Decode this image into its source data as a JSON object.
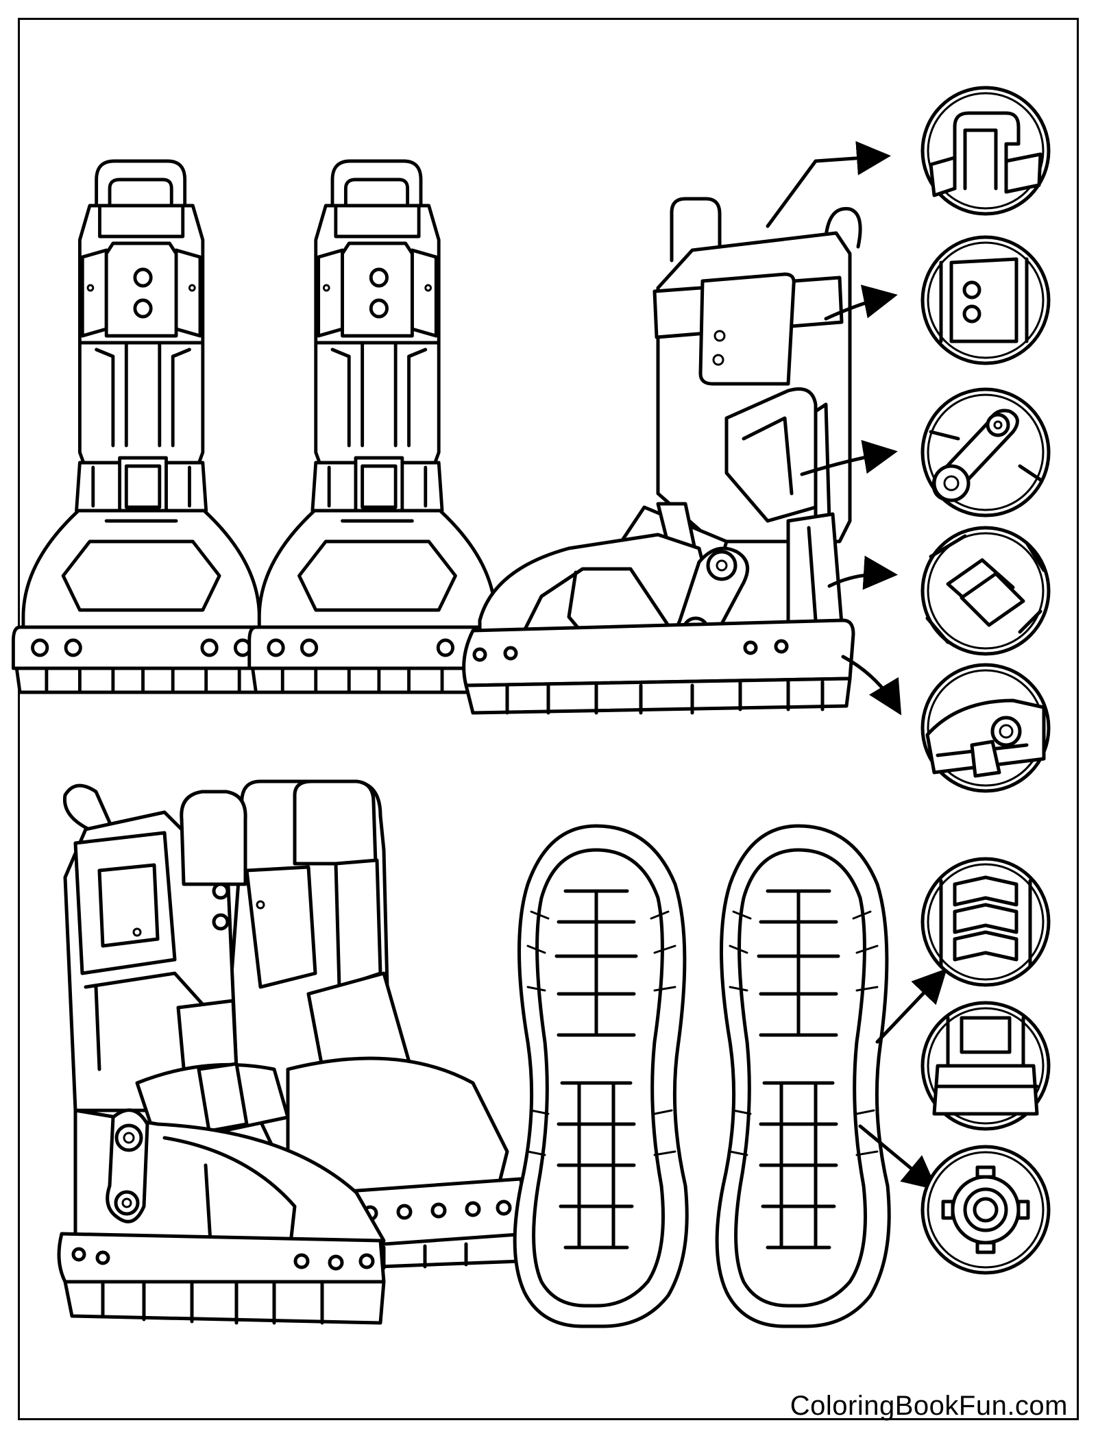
{
  "watermark": {
    "text": "ColoringBookFun.com"
  },
  "illustration": {
    "subject": "boots",
    "style": "black line art on white",
    "groups": [
      "front-pair-boots",
      "side-view-boot",
      "angled-pair-boots",
      "sole-bottoms",
      "detail-callouts"
    ],
    "callout_count": 8
  },
  "colors": {
    "line": "#000000",
    "background": "#ffffff"
  }
}
